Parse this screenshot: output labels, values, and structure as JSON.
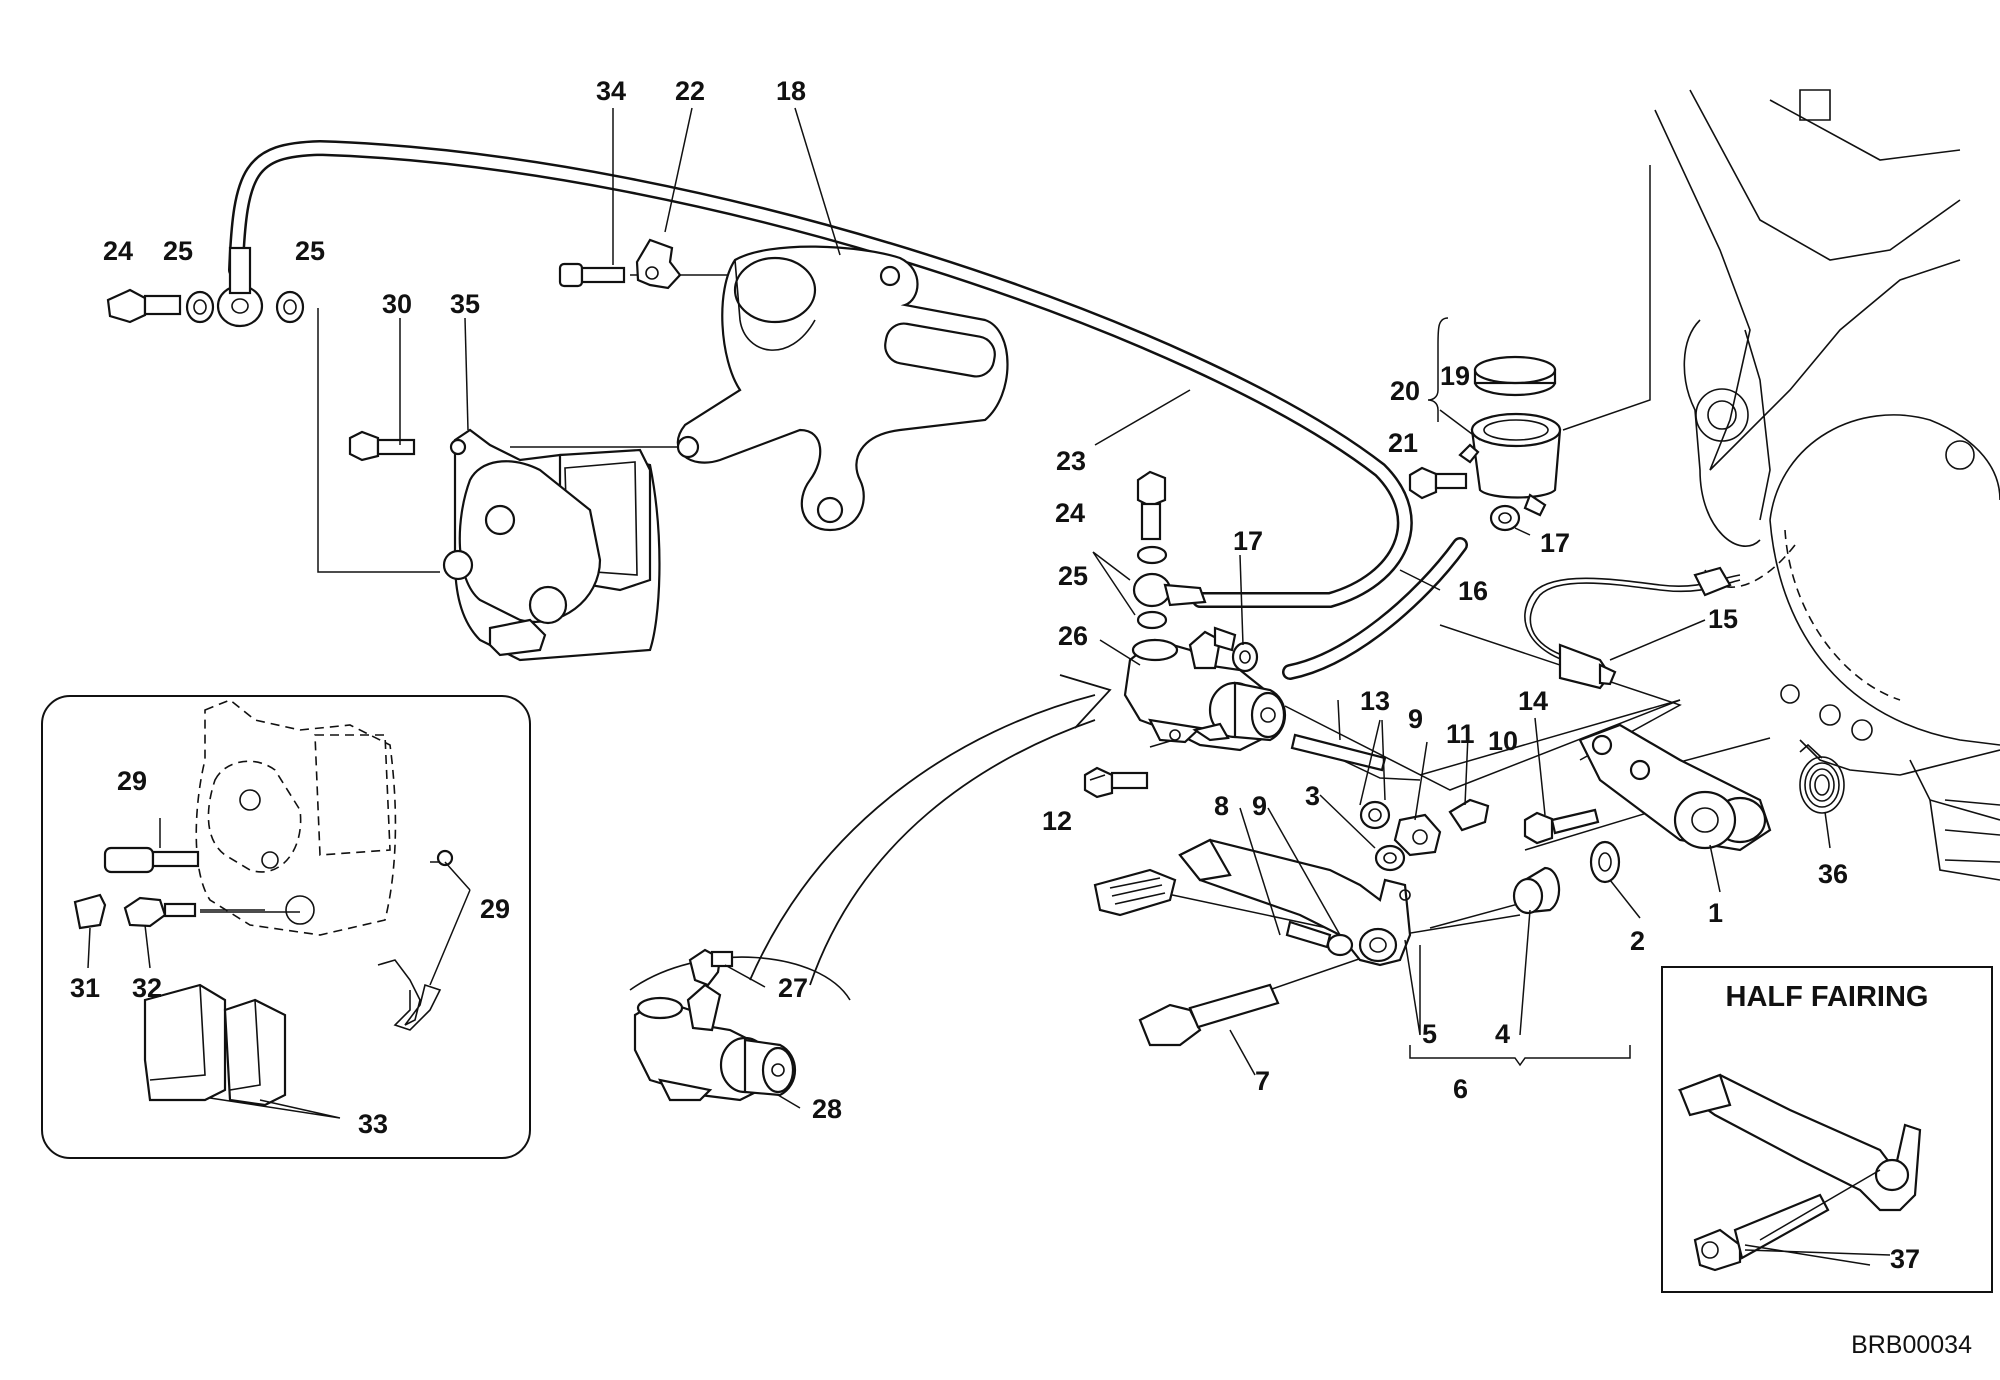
{
  "labels": {
    "l1": "1",
    "l2": "2",
    "l3": "3",
    "l4": "4",
    "l5": "5",
    "l6": "6",
    "l7": "7",
    "l8": "8",
    "l9a": "9",
    "l9b": "9",
    "l10": "10",
    "l11": "11",
    "l12": "12",
    "l13": "13",
    "l14": "14",
    "l15": "15",
    "l16": "16",
    "l17a": "17",
    "l17b": "17",
    "l18": "18",
    "l19": "19",
    "l20": "20",
    "l21": "21",
    "l22": "22",
    "l23": "23",
    "l24a": "24",
    "l24b": "24",
    "l25a": "25",
    "l25b": "25",
    "l25c": "25",
    "l26": "26",
    "l27": "27",
    "l28": "28",
    "l29a": "29",
    "l29b": "29",
    "l30": "30",
    "l31": "31",
    "l32": "32",
    "l33": "33",
    "l34": "34",
    "l35": "35",
    "l36": "36",
    "l37": "37"
  },
  "half_fairing_title": "HALF FAIRING",
  "drawing_code": "BRB00034"
}
